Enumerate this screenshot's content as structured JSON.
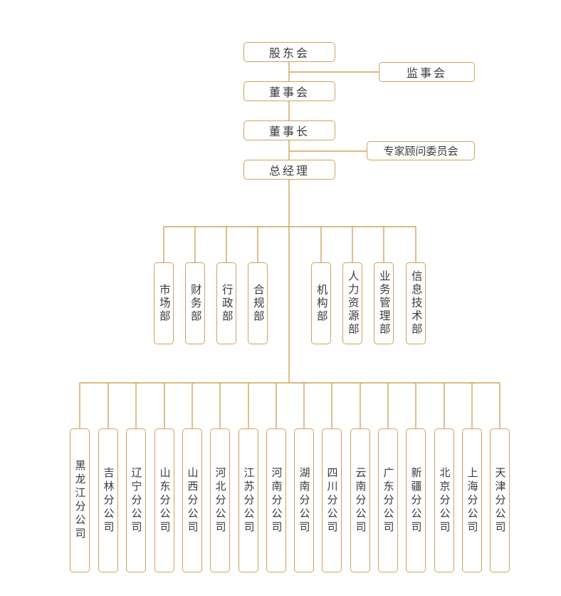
{
  "colors": {
    "line": "#d2a25a",
    "text": "#3a3a3a",
    "background": "#ffffff"
  },
  "top": {
    "shareholders": "股东会",
    "supervisors": "监事会",
    "board": "董事会",
    "chairman": "董事长",
    "advisory": "专家顾问委员会",
    "gm": "总经理"
  },
  "departments": [
    "市场部",
    "财务部",
    "行政部",
    "合规部",
    "机构部",
    "人力资源部",
    "业务管理部",
    "信息技术部"
  ],
  "branches": [
    "黑龙江分公司",
    "吉林分公司",
    "辽宁分公司",
    "山东分公司",
    "山西分公司",
    "河北分公司",
    "江苏分公司",
    "河南分公司",
    "湖南分公司",
    "四川分公司",
    "云南分公司",
    "广东分公司",
    "新疆分公司",
    "北京分公司",
    "上海分公司",
    "天津分公司"
  ]
}
